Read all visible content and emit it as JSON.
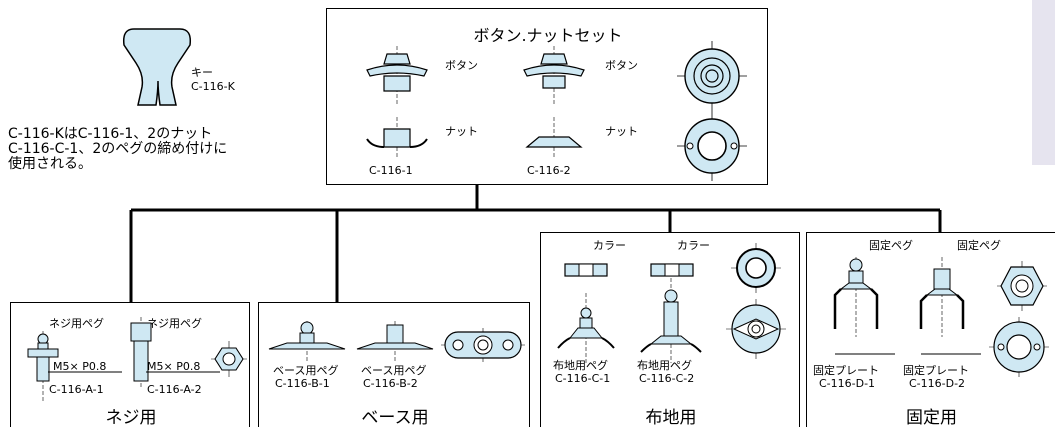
{
  "colors": {
    "part_fill": "#cfe8f3",
    "sidebar_tab": "#e6e4ef",
    "line": "#000000"
  },
  "key": {
    "label_name": "キー",
    "label_code": "C-116-K"
  },
  "note": {
    "line1": "C-116-KはC-116-1、2のナット",
    "line2": "C-116-C-1、2のペグの締め付けに",
    "line3": "使用される。"
  },
  "top_set": {
    "title": "ボタン.ナットセット",
    "button_label_1": "ボタン",
    "button_label_2": "ボタン",
    "nut_label_1": "ナット",
    "nut_label_2": "ナット",
    "code_1": "C-116-1",
    "code_2": "C-116-2"
  },
  "screw": {
    "title": "ネジ用",
    "peg_label_1": "ネジ用ペグ",
    "peg_label_2": "ネジ用ペグ",
    "thread_1": "M5× P0.8",
    "thread_2": "M5× P0.8",
    "code_1": "C-116-A-1",
    "code_2": "C-116-A-2"
  },
  "base": {
    "title": "ベース用",
    "peg_label_1": "ベース用ペグ",
    "peg_label_2": "ベース用ペグ",
    "code_1": "C-116-B-1",
    "code_2": "C-116-B-2"
  },
  "fabric": {
    "title": "布地用",
    "collar_1": "カラー",
    "collar_2": "カラー",
    "peg_label_1": "布地用ペグ",
    "peg_label_2": "布地用ペグ",
    "code_1": "C-116-C-1",
    "code_2": "C-116-C-2"
  },
  "fixed": {
    "title": "固定用",
    "peg_label_1": "固定ペグ",
    "peg_label_2": "固定ペグ",
    "plate_label_1": "固定プレート",
    "plate_label_2": "固定プレート",
    "code_1": "C-116-D-1",
    "code_2": "C-116-D-2"
  }
}
